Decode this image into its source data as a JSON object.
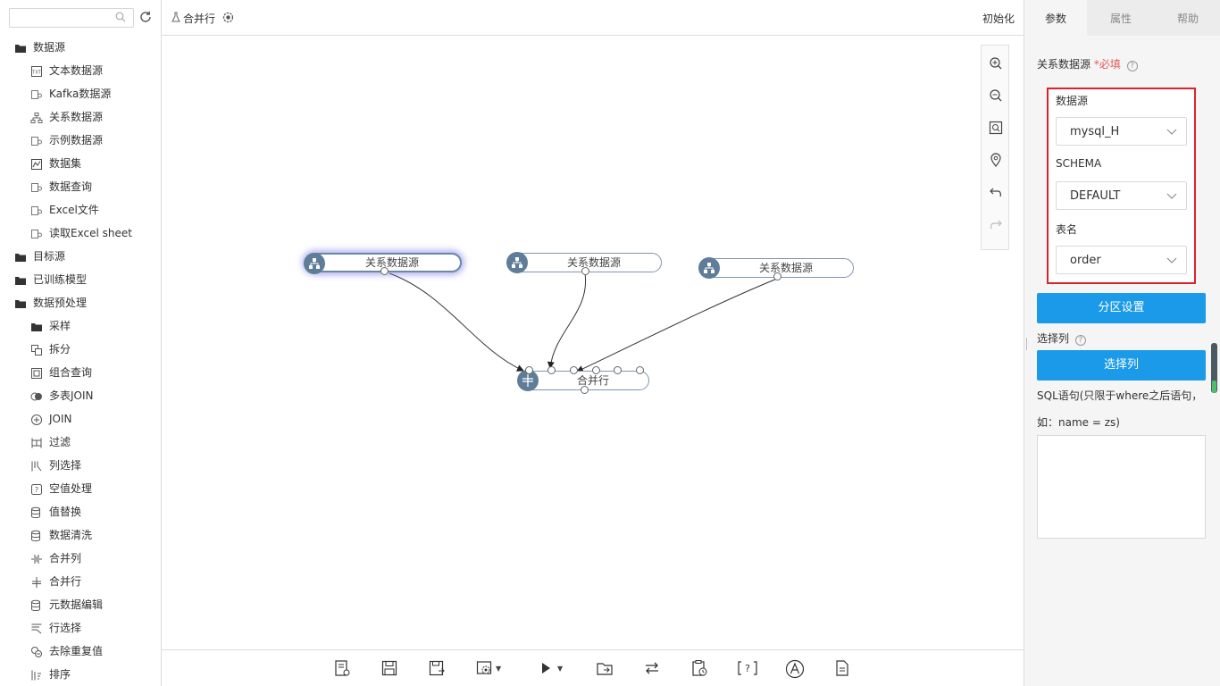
{
  "sidebar": {
    "search_placeholder": "",
    "tree": [
      {
        "label": "数据源",
        "icon": "folder-icon",
        "level": 0
      },
      {
        "label": "文本数据源",
        "icon": "txt-file-icon",
        "level": 1
      },
      {
        "label": "Kafka数据源",
        "icon": "datasource-icon",
        "level": 1
      },
      {
        "label": "关系数据源",
        "icon": "relational-icon",
        "level": 1
      },
      {
        "label": "示例数据源",
        "icon": "datasource-icon",
        "level": 1
      },
      {
        "label": "数据集",
        "icon": "dataset-icon",
        "level": 1
      },
      {
        "label": "数据查询",
        "icon": "datasource-icon",
        "level": 1
      },
      {
        "label": "Excel文件",
        "icon": "datasource-icon",
        "level": 1
      },
      {
        "label": "读取Excel sheet",
        "icon": "datasource-icon",
        "level": 1
      },
      {
        "label": "目标源",
        "icon": "folder-icon",
        "level": 0
      },
      {
        "label": "已训练模型",
        "icon": "folder-icon",
        "level": 0
      },
      {
        "label": "数据预处理",
        "icon": "folder-icon",
        "level": 0
      },
      {
        "label": "采样",
        "icon": "folder-icon",
        "level": 1
      },
      {
        "label": "拆分",
        "icon": "split-icon",
        "level": 1
      },
      {
        "label": "组合查询",
        "icon": "combine-query-icon",
        "level": 1
      },
      {
        "label": "多表JOIN",
        "icon": "multi-join-icon",
        "level": 1
      },
      {
        "label": "JOIN",
        "icon": "join-icon",
        "level": 1
      },
      {
        "label": "过滤",
        "icon": "filter-icon",
        "level": 1
      },
      {
        "label": "列选择",
        "icon": "column-select-icon",
        "level": 1
      },
      {
        "label": "空值处理",
        "icon": "null-handle-icon",
        "level": 1
      },
      {
        "label": "值替换",
        "icon": "database-icon",
        "level": 1
      },
      {
        "label": "数据清洗",
        "icon": "database-icon",
        "level": 1
      },
      {
        "label": "合并列",
        "icon": "merge-column-icon",
        "level": 1
      },
      {
        "label": "合并行",
        "icon": "merge-row-icon",
        "level": 1
      },
      {
        "label": "元数据编辑",
        "icon": "database-icon",
        "level": 1
      },
      {
        "label": "行选择",
        "icon": "row-select-icon",
        "level": 1
      },
      {
        "label": "去除重复值",
        "icon": "dedup-icon",
        "level": 1
      },
      {
        "label": "排序",
        "icon": "sort-icon",
        "level": 1
      }
    ]
  },
  "topbar": {
    "title": "合并行",
    "init_label": "初始化"
  },
  "canvas": {
    "nodes": [
      {
        "label": "关系数据源"
      },
      {
        "label": "关系数据源"
      },
      {
        "label": "关系数据源"
      },
      {
        "label": "合并行"
      }
    ]
  },
  "right_panel": {
    "tabs": [
      "参数",
      "属性",
      "帮助"
    ],
    "active_tab": "参数",
    "relational_label": "关系数据源",
    "required_label": "*必填",
    "datasource_label": "数据源",
    "datasource_value": "mysql_H",
    "schema_label": "SCHEMA",
    "schema_value": "DEFAULT",
    "table_label": "表名",
    "table_value": "order",
    "partition_button": "分区设置",
    "select_column_label": "选择列",
    "select_column_button": "选择列",
    "sql_label_line1": "SQL语句(只限于where之后语句，",
    "sql_label_line2": "如：name = zs)",
    "sql_value": ""
  },
  "colors": {
    "accent": "#1a9ae8",
    "highlight_border": "#d9232c",
    "node_bullet": "#5f7d99"
  }
}
